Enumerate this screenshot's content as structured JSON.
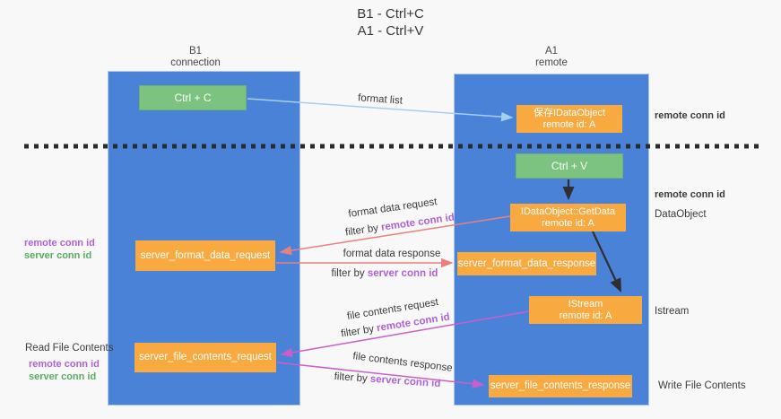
{
  "title": {
    "line1": "B1 - Ctrl+C",
    "line2": "A1 - Ctrl+V"
  },
  "lanes": {
    "left": {
      "name": "B1",
      "role": "connection"
    },
    "right": {
      "name": "A1",
      "role": "remote"
    }
  },
  "boxes": {
    "ctrl_c": {
      "label": "Ctrl + C"
    },
    "ctrl_v": {
      "label": "Ctrl + V"
    },
    "save_dataobject": {
      "line1": "保存IDataObject",
      "line2": "remote id: A"
    },
    "getdata": {
      "line1": "IDataObject::GetData",
      "line2": "remote id: A"
    },
    "istream": {
      "line1": "IStream",
      "line2": "remote id: A"
    },
    "format_request": {
      "label": "server_format_data_request"
    },
    "format_response": {
      "label": "server_format_data_response"
    },
    "file_request": {
      "label": "server_file_contents_request"
    },
    "file_response": {
      "label": "server_file_contents_response"
    }
  },
  "arrows": {
    "format_list": {
      "label": "format list"
    },
    "format_data_request": {
      "label": "format data request",
      "filter_prefix": "filter by ",
      "filter_key": "remote conn id"
    },
    "format_data_response": {
      "label": "format data response",
      "filter_prefix": "filter by ",
      "filter_key": "server conn id"
    },
    "file_contents_request": {
      "label": "file contents request",
      "filter_prefix": "filter by ",
      "filter_key": "remote conn id"
    },
    "file_contents_response": {
      "label": "file contents response",
      "filter_prefix": "filter by ",
      "filter_key": "server conn id"
    }
  },
  "annotations": {
    "remote_conn_id_top": "remote conn id",
    "remote_conn_id_mid": "remote conn id",
    "dataobject": "DataObject",
    "istream": "Istream",
    "left_pair_top": {
      "remote": "remote conn id",
      "server": "server conn id"
    },
    "read_file_contents": "Read File Contents",
    "left_pair_bottom": {
      "remote": "remote conn id",
      "server": "server conn id"
    },
    "write_file_contents": "Write File Contents"
  },
  "colors": {
    "lane_blue": "#4a82d8",
    "box_green": "#7cc37f",
    "box_orange": "#f8a940",
    "purple_text": "#ae62d6",
    "green_text": "#57ad60",
    "arrow_salmon": "#e88080",
    "arrow_magenta": "#c95fc9",
    "arrow_lightblue": "#a6cdf2",
    "arrow_black": "#2f2f2f",
    "dashed_line": "#2b2b2b"
  }
}
